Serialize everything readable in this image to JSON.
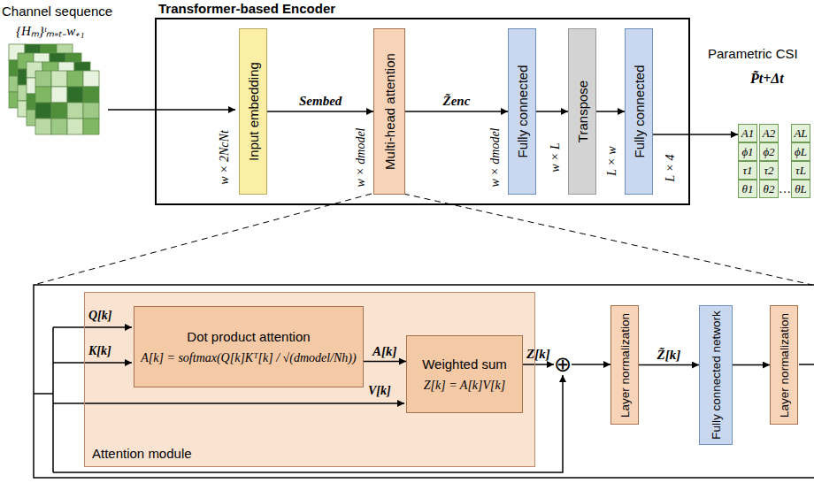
{
  "diagram": {
    "nodes": [
      {
        "text": [
          "Transformer-based Encoder"
        ]
      },
      {
        "text": [
          "Input embedding"
        ],
        "in": 0
      },
      {
        "text": [
          "Multi-head attention"
        ],
        "in": 0
      },
      {
        "text": [
          "Fully connected"
        ],
        "in": 0
      },
      {
        "text": [
          "Transpose"
        ],
        "in": 0
      },
      {
        "text": [
          "Fully connected"
        ],
        "in": 0
      },
      {
        "text": [
          "A1",
          "ϕ1",
          "τ1",
          "θ1"
        ]
      },
      {
        "text": [
          "A2",
          "ϕ2",
          "τ2",
          "θ2"
        ]
      },
      {
        "text": [
          "AL",
          "ϕL",
          "τL",
          "θL"
        ]
      },
      {
        "text": [
          "Attention module"
        ]
      },
      {
        "text": [
          "Dot product attention",
          "A[k] = softmax(Q[k]Kᵀ[k] / √(dmodel/Nh))"
        ],
        "in": 9
      },
      {
        "text": [
          "Weighted sum",
          "Z[k] = A[k]V[k]"
        ],
        "in": 9
      },
      {
        "text": [
          "⊕"
        ]
      },
      {
        "text": [
          "Layer normalization"
        ]
      },
      {
        "text": [
          "Fully connected network"
        ]
      },
      {
        "text": [
          "Layer normalization"
        ]
      }
    ],
    "edges": [
      {
        "from": 1,
        "to": 2,
        "label": "Sembed",
        "arrow": "to"
      },
      {
        "from": 2,
        "to": 3,
        "label": "Z̃enc",
        "arrow": "to"
      },
      {
        "from": 3,
        "to": 4,
        "arrow": "to"
      },
      {
        "from": 4,
        "to": 5,
        "arrow": "to"
      },
      {
        "from": 5,
        "to": 6,
        "arrow": "to"
      },
      {
        "from": 10,
        "to": 11,
        "label": "A[k]",
        "arrow": "to"
      },
      {
        "from": 11,
        "to": 12,
        "label": "Z[k]",
        "arrow": "to"
      },
      {
        "from": 12,
        "to": 13,
        "arrow": "to"
      },
      {
        "from": 13,
        "to": 14,
        "label": "Z̃[k]",
        "arrow": "to"
      },
      {
        "from": 14,
        "to": 15,
        "arrow": "to"
      }
    ],
    "labels": [
      "Channel sequence",
      "{Hₘ}ᵗₘ₌ₜ₋w₊₁",
      "w × 2NcNt",
      "w × dmodel",
      "w × dmodel",
      "w × L",
      "L × w",
      "L × 4",
      "Parametric CSI",
      "P̃t+Δt",
      "…",
      "Q[k]",
      "K[k]",
      "V[k]"
    ]
  }
}
